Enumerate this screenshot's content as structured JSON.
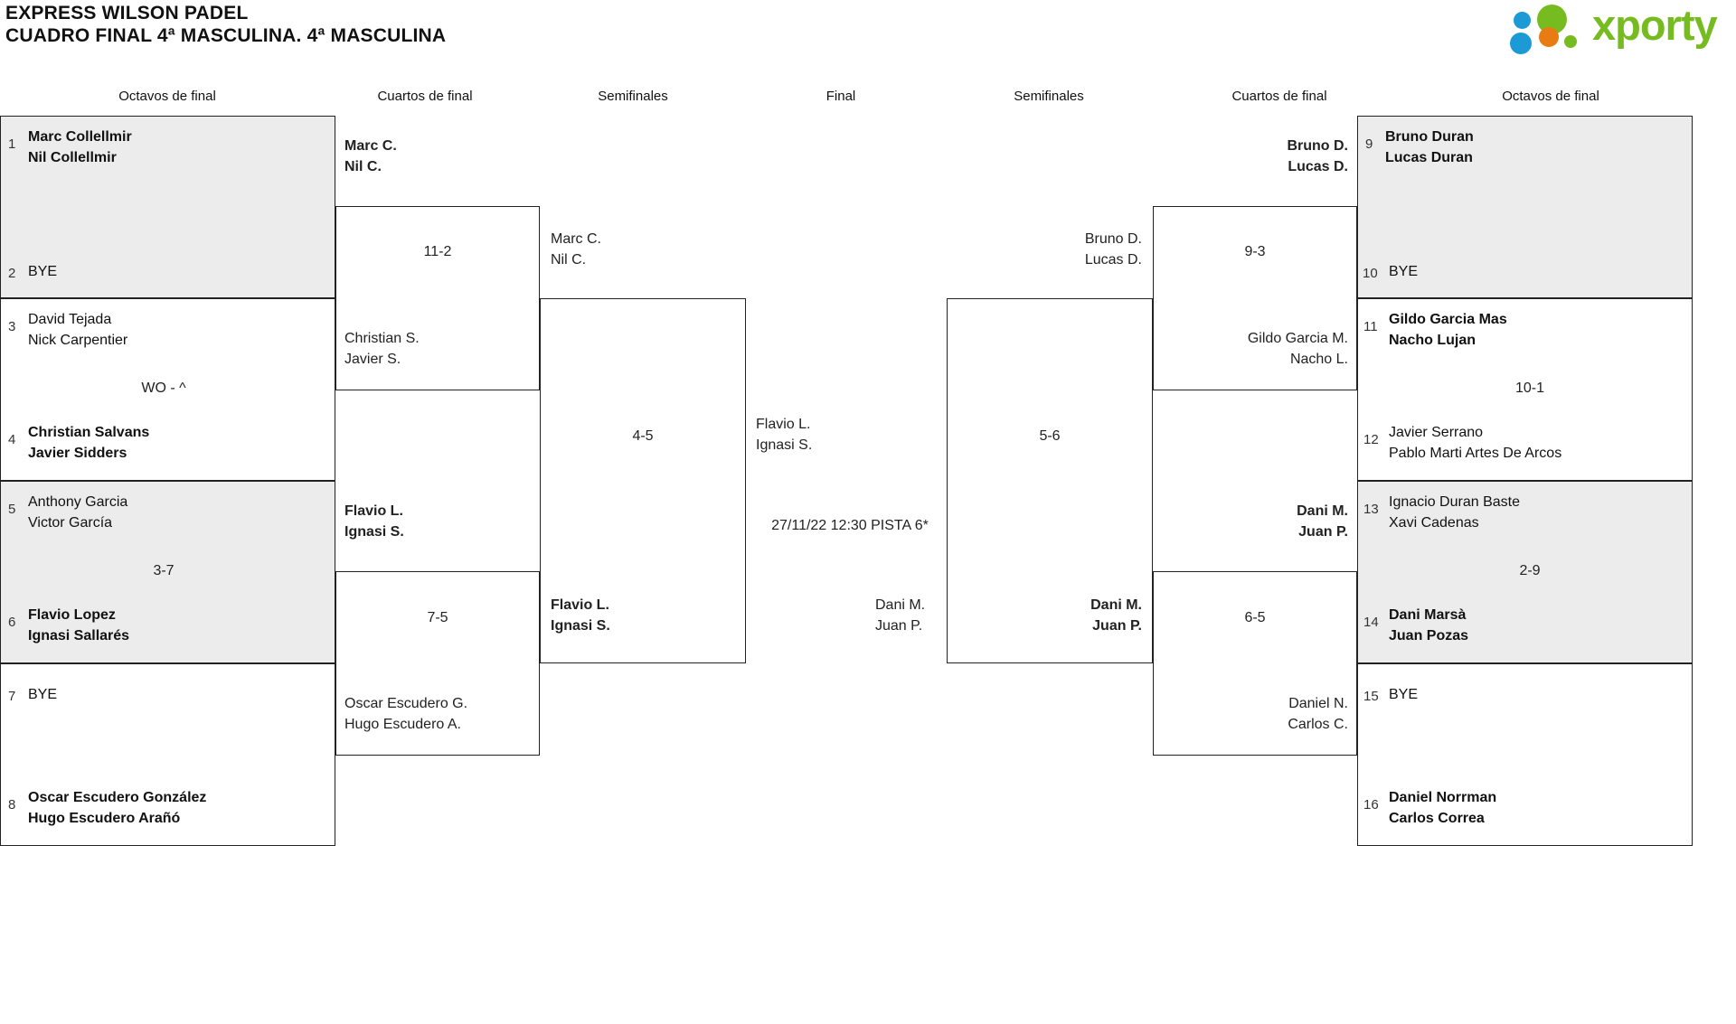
{
  "header": {
    "title_line1": "EXPRESS WILSON PADEL",
    "title_line2": "CUADRO FINAL 4ª MASCULINA. 4ª MASCULINA",
    "logo_text": "xporty",
    "logo_colors": {
      "green": "#76bc21",
      "blue": "#1b9ad6",
      "orange": "#e87b12"
    }
  },
  "round_headers": {
    "r16_left": "Octavos de final",
    "qf_left": "Cuartos de final",
    "sf_left": "Semifinales",
    "final": "Final",
    "sf_right": "Semifinales",
    "qf_right": "Cuartos de final",
    "r16_right": "Octavos de final"
  },
  "left": {
    "r16": [
      {
        "num_top": "1",
        "team_top_l1": "Marc Collellmir",
        "team_top_l2": "Nil Collellmir",
        "num_bottom": "2",
        "team_bottom_l1": "BYE",
        "team_bottom_l2": "",
        "score": "",
        "winner": "top",
        "shaded": true
      },
      {
        "num_top": "3",
        "team_top_l1": "David Tejada",
        "team_top_l2": "Nick Carpentier",
        "num_bottom": "4",
        "team_bottom_l1": "Christian Salvans",
        "team_bottom_l2": "Javier Sidders",
        "score": "WO - ^",
        "winner": "bottom",
        "shaded": false
      },
      {
        "num_top": "5",
        "team_top_l1": "Anthony Garcia",
        "team_top_l2": "Victor García",
        "num_bottom": "6",
        "team_bottom_l1": "Flavio Lopez",
        "team_bottom_l2": "Ignasi Sallarés",
        "score": "3-7",
        "winner": "bottom",
        "shaded": true
      },
      {
        "num_top": "7",
        "team_top_l1": "BYE",
        "team_top_l2": "",
        "num_bottom": "8",
        "team_bottom_l1": "Oscar Escudero González",
        "team_bottom_l2": "Hugo Escudero Arañó",
        "score": "",
        "winner": "bottom",
        "shaded": false
      }
    ],
    "qf": [
      {
        "top_l1": "Marc C.",
        "top_l2": "Nil C.",
        "bottom_l1": "Christian S.",
        "bottom_l2": "Javier S.",
        "score": "11-2",
        "winner": "top"
      },
      {
        "top_l1": "Flavio L.",
        "top_l2": "Ignasi S.",
        "bottom_l1": "Oscar Escudero G.",
        "bottom_l2": "Hugo Escudero A.",
        "score": "7-5",
        "winner": "top"
      }
    ],
    "sf": [
      {
        "top_l1": "Marc C.",
        "top_l2": "Nil C.",
        "bottom_l1": "Flavio L.",
        "bottom_l2": "Ignasi S.",
        "score": "4-5",
        "winner": "bottom"
      }
    ]
  },
  "final": {
    "top_l1": "Flavio L.",
    "top_l2": "Ignasi S.",
    "bottom_l1": "Dani M.",
    "bottom_l2": "Juan P.",
    "schedule": "27/11/22 12:30 PISTA 6*"
  },
  "right": {
    "sf": [
      {
        "top_l1": "Bruno D.",
        "top_l2": "Lucas D.",
        "bottom_l1": "Dani M.",
        "bottom_l2": "Juan P.",
        "score": "5-6",
        "winner": "bottom"
      }
    ],
    "qf": [
      {
        "top_l1": "Bruno D.",
        "top_l2": "Lucas D.",
        "bottom_l1": "Gildo Garcia M.",
        "bottom_l2": "Nacho L.",
        "score": "9-3",
        "winner": "top"
      },
      {
        "top_l1": "Dani M.",
        "top_l2": "Juan P.",
        "bottom_l1": "Daniel N.",
        "bottom_l2": "Carlos C.",
        "score": "6-5",
        "winner": "top"
      }
    ],
    "r16": [
      {
        "num_top": "9",
        "team_top_l1": "Bruno Duran",
        "team_top_l2": "Lucas Duran",
        "num_bottom": "10",
        "team_bottom_l1": "BYE",
        "team_bottom_l2": "",
        "score": "",
        "winner": "top",
        "shaded": true
      },
      {
        "num_top": "11",
        "team_top_l1": "Gildo Garcia Mas",
        "team_top_l2": "Nacho Lujan",
        "num_bottom": "12",
        "team_bottom_l1": "Javier Serrano",
        "team_bottom_l2": "Pablo Marti Artes De Arcos",
        "score": "10-1",
        "winner": "top",
        "shaded": false
      },
      {
        "num_top": "13",
        "team_top_l1": "Ignacio Duran Baste",
        "team_top_l2": "Xavi Cadenas",
        "num_bottom": "14",
        "team_bottom_l1": "Dani Marsà",
        "team_bottom_l2": "Juan Pozas",
        "score": "2-9",
        "winner": "bottom",
        "shaded": true
      },
      {
        "num_top": "15",
        "team_top_l1": "BYE",
        "team_top_l2": "",
        "num_bottom": "16",
        "team_bottom_l1": "Daniel Norrman",
        "team_bottom_l2": "Carlos Correa",
        "score": "",
        "winner": "bottom",
        "shaded": false
      }
    ]
  }
}
